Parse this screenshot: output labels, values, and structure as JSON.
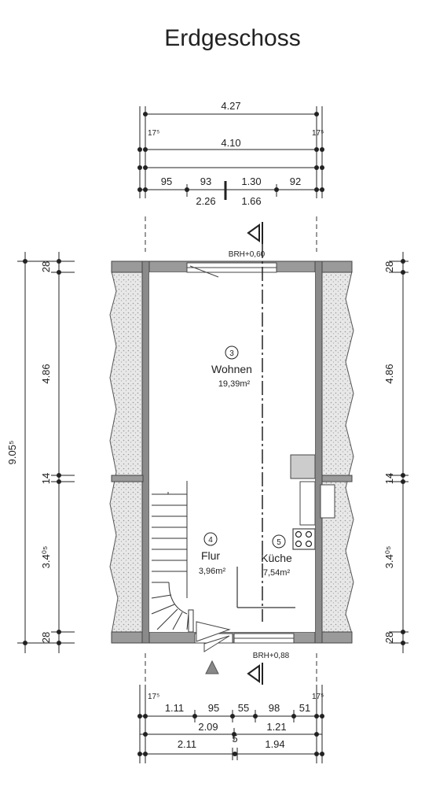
{
  "title": "Erdgeschoss",
  "top_dims": {
    "row1": "4.27",
    "row2": "4.10",
    "row3": [
      "95",
      "93",
      "1.30",
      "92"
    ],
    "row3b": [
      "2.26",
      "1.66"
    ],
    "tick_left": "17⁵",
    "tick_right": "17⁵"
  },
  "bottom_dims": {
    "row1": [
      "1.11",
      "95",
      "55",
      "98",
      "51"
    ],
    "row2": [
      "2.09",
      "1.21"
    ],
    "row3": [
      "2.11",
      "5",
      "1.94"
    ],
    "tick_left": "17⁵",
    "tick_right": "17⁵"
  },
  "left_dims": {
    "total": "9.05⁵",
    "segments": [
      "28",
      "4.86",
      "14",
      "3.4⁰⁵",
      "28"
    ]
  },
  "right_dims": {
    "segments": [
      "28",
      "4.86",
      "14",
      "3.4⁰⁵",
      "28"
    ]
  },
  "labels": {
    "brh_top": "BRH+0,60",
    "brh_bottom": "BRH+0,88"
  },
  "rooms": [
    {
      "number": "3",
      "name": "Wohnen",
      "area": "19,39m²"
    },
    {
      "number": "4",
      "name": "Flur",
      "area": "3,96m²"
    },
    {
      "number": "5",
      "name": "Küche",
      "area": "7,54m²"
    }
  ]
}
